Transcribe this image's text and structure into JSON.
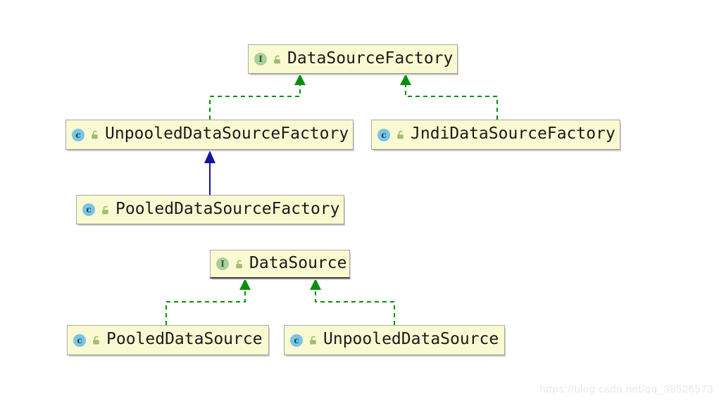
{
  "colors": {
    "background": "#ffffff",
    "node_fill": "#fafad2",
    "node_border": "#a8a8a8",
    "label_text": "#1a1a1a",
    "interface_icon_bg": "#a9cf9b",
    "interface_icon_letter": "#355e2b",
    "class_icon_bg": "#79c5e3",
    "class_icon_letter": "#0f4050",
    "lock_icon": "#9dbf6a",
    "implements_edge_green": "#0a8f0a",
    "extends_edge_navy": "#1414a0",
    "watermark_text": "#e9e9e9"
  },
  "icons": {
    "interface_letter": "I",
    "class_letter": "c"
  },
  "nodes": {
    "dsf": {
      "label": "DataSourceFactory",
      "kind": "interface"
    },
    "udsf": {
      "label": "UnpooledDataSourceFactory",
      "kind": "class"
    },
    "jdsf": {
      "label": "JndiDataSourceFactory",
      "kind": "class"
    },
    "pdsf": {
      "label": "PooledDataSourceFactory",
      "kind": "class"
    },
    "ds": {
      "label": "DataSource",
      "kind": "interface"
    },
    "pds": {
      "label": "PooledDataSource",
      "kind": "class"
    },
    "uds": {
      "label": "UnpooledDataSource",
      "kind": "class"
    }
  },
  "edges": [
    {
      "from": "UnpooledDataSourceFactory",
      "to": "DataSourceFactory",
      "relation": "implements",
      "style": "dashed-green"
    },
    {
      "from": "JndiDataSourceFactory",
      "to": "DataSourceFactory",
      "relation": "implements",
      "style": "dashed-green"
    },
    {
      "from": "PooledDataSourceFactory",
      "to": "UnpooledDataSourceFactory",
      "relation": "extends",
      "style": "solid-navy"
    },
    {
      "from": "PooledDataSource",
      "to": "DataSource",
      "relation": "implements",
      "style": "dashed-green"
    },
    {
      "from": "UnpooledDataSource",
      "to": "DataSource",
      "relation": "implements",
      "style": "dashed-green"
    }
  ],
  "watermark": {
    "text": "https://blog.csdn.net/qq_38526573"
  }
}
